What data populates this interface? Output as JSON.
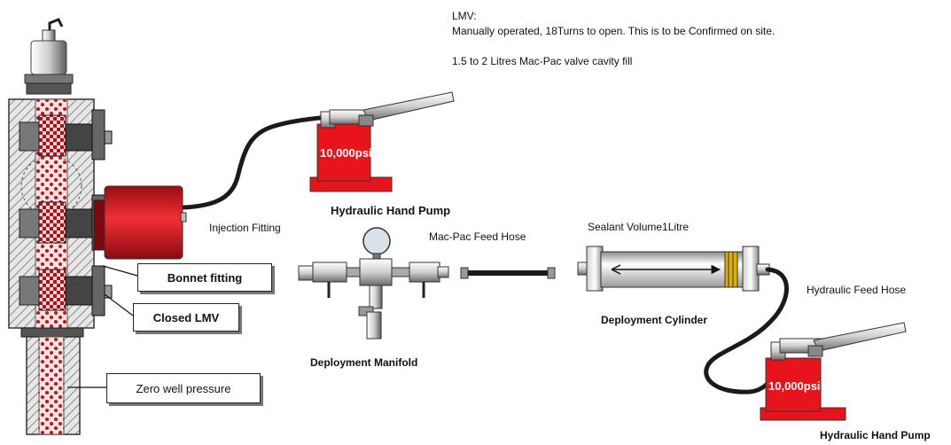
{
  "notes": {
    "title": "LMV:",
    "line1": "Manually operated, 18Turns to open. This is to be Confirmed on site.",
    "line2": "1.5 to 2 Litres Mac-Pac valve cavity fill"
  },
  "labels": {
    "hydraulic_hand_pump_top": "Hydraulic Hand Pump",
    "injection_fitting": "Injection Fitting",
    "mac_pac_feed_hose": "Mac-Pac Feed Hose",
    "sealant_volume": "Sealant Volume1Litre",
    "hydraulic_feed_hose": "Hydraulic Feed Hose",
    "deployment_cylinder": "Deployment Cylinder",
    "deployment_manifold": "Deployment Manifold",
    "hydraulic_hand_pump_bottom": "Hydraulic Hand Pump"
  },
  "callouts": {
    "bonnet_fitting": "Bonnet fitting",
    "closed_lmv": "Closed LMV",
    "zero_well_pressure": "Zero well pressure"
  },
  "pump_rating": "10,000psi",
  "colors": {
    "pump_red": "#e8141c",
    "seal_red": "#c0141c",
    "hatch": "#9a9a9a",
    "hose": "#1a1a1a"
  }
}
